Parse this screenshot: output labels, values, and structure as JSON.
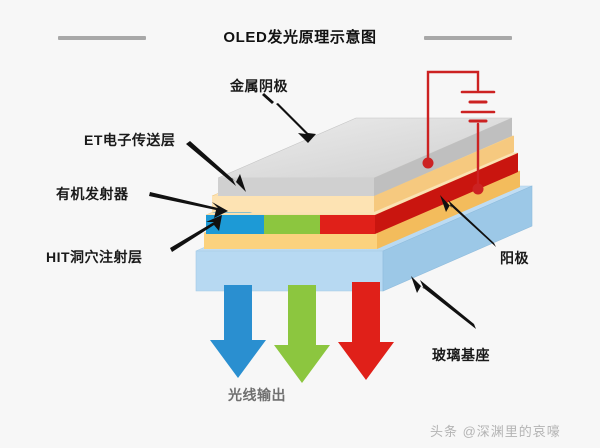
{
  "title": "OLED发光原理示意图",
  "background_color": "#f7f7f7",
  "rules": {
    "color": "#a8a8a8"
  },
  "labels": {
    "cathode": "金属阴极",
    "electron_transport": "ET电子传送层",
    "organic_emitter": "有机发射器",
    "hole_injection": "HIT洞穴注射层",
    "anode": "阳极",
    "glass_substrate": "玻璃基座",
    "light_output": "光线输出"
  },
  "watermark": "头条 @深渊里的哀嚎",
  "layers": [
    {
      "name": "金属阴极",
      "color": "#d6d6d6",
      "edge_color": "#b9b9b9"
    },
    {
      "name": "ET电子传送层",
      "color": "#fbd9a0",
      "edge_color": "#f5c878"
    },
    {
      "name": "有机发射器",
      "color": "#1d9ad6",
      "edge_color": "#e02019"
    },
    {
      "name": "HIT洞穴注射层",
      "color": "#fbd27e",
      "edge_color": "#f0b94e"
    },
    {
      "name": "玻璃基座",
      "color": "#b4d7f0",
      "edge_color": "#9cc7e6"
    }
  ],
  "emitter_pixels": [
    {
      "name": "blue-emitter",
      "color": "#1d9ad6"
    },
    {
      "name": "green-emitter",
      "color": "#8cc63f"
    },
    {
      "name": "red-emitter",
      "color": "#e02019"
    }
  ],
  "light_arrows": [
    {
      "name": "blue-light-arrow",
      "color": "#2a8fd0"
    },
    {
      "name": "green-light-arrow",
      "color": "#8cc63f"
    },
    {
      "name": "red-light-arrow",
      "color": "#e02019"
    }
  ],
  "circuit": {
    "name": "battery-circuit",
    "color": "#cc2222",
    "terminal_cathode": "cathode-terminal-dot",
    "terminal_anode": "anode-terminal-dot"
  }
}
